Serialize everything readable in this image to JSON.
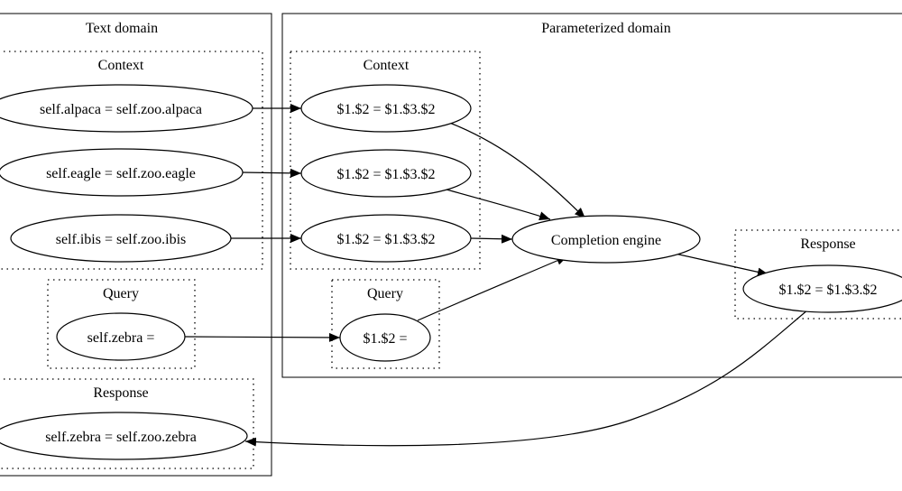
{
  "clusters": {
    "text_domain": "Text domain",
    "param_domain": "Parameterized domain",
    "text_context": "Context",
    "text_query": "Query",
    "text_response": "Response",
    "param_context": "Context",
    "param_query": "Query",
    "param_response": "Response"
  },
  "nodes": {
    "text_alpaca": "self.alpaca = self.zoo.alpaca",
    "text_eagle": "self.eagle = self.zoo.eagle",
    "text_ibis": "self.ibis = self.zoo.ibis",
    "text_query": "self.zebra =",
    "text_response": "self.zebra = self.zoo.zebra",
    "param_ctx_1": "$1.$2 = $1.$3.$2",
    "param_ctx_2": "$1.$2 = $1.$3.$2",
    "param_ctx_3": "$1.$2 = $1.$3.$2",
    "param_query": "$1.$2 =",
    "engine": "Completion engine",
    "param_response": "$1.$2 = $1.$3.$2"
  }
}
